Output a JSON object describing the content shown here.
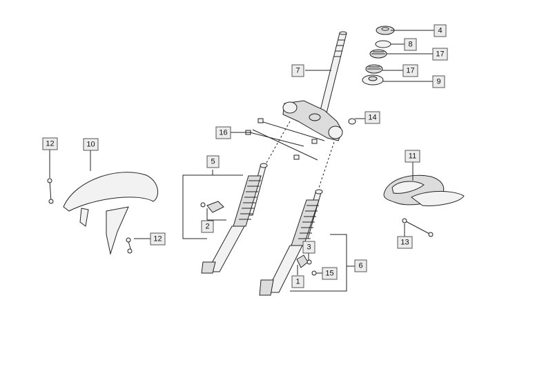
{
  "callouts": {
    "c1": "1",
    "c2": "2",
    "c3": "3",
    "c4": "4",
    "c5": "5",
    "c6": "6",
    "c7": "7",
    "c8": "8",
    "c9": "9",
    "c10": "10",
    "c11": "11",
    "c12a": "12",
    "c12b": "12",
    "c13": "13",
    "c14": "14",
    "c15": "15",
    "c16": "16",
    "c17a": "17",
    "c17b": "17"
  }
}
